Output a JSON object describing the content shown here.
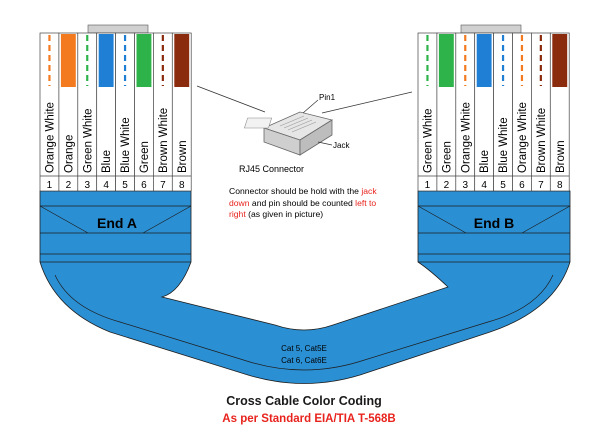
{
  "end_a": {
    "label": "End A",
    "wires": [
      {
        "pin": "1",
        "name": "Orange White",
        "color": "#f47a20",
        "striped": true
      },
      {
        "pin": "2",
        "name": "Orange",
        "color": "#f47a20",
        "striped": false
      },
      {
        "pin": "3",
        "name": "Green White",
        "color": "#2db34a",
        "striped": true
      },
      {
        "pin": "4",
        "name": "Blue",
        "color": "#1f7fd4",
        "striped": false
      },
      {
        "pin": "5",
        "name": "Blue White",
        "color": "#1f7fd4",
        "striped": true
      },
      {
        "pin": "6",
        "name": "Green",
        "color": "#2db34a",
        "striped": false
      },
      {
        "pin": "7",
        "name": "Brown White",
        "color": "#8b2b0e",
        "striped": true
      },
      {
        "pin": "8",
        "name": "Brown",
        "color": "#8b2b0e",
        "striped": false
      }
    ]
  },
  "end_b": {
    "label": "End B",
    "wires": [
      {
        "pin": "1",
        "name": "Green White",
        "color": "#2db34a",
        "striped": true
      },
      {
        "pin": "2",
        "name": "Green",
        "color": "#2db34a",
        "striped": false
      },
      {
        "pin": "3",
        "name": "Orange White",
        "color": "#f47a20",
        "striped": true
      },
      {
        "pin": "4",
        "name": "Blue",
        "color": "#1f7fd4",
        "striped": false
      },
      {
        "pin": "5",
        "name": "Blue White",
        "color": "#1f7fd4",
        "striped": true
      },
      {
        "pin": "6",
        "name": "Orange White",
        "color": "#f47a20",
        "striped": true
      },
      {
        "pin": "7",
        "name": "Brown White",
        "color": "#8b2b0e",
        "striped": true
      },
      {
        "pin": "8",
        "name": "Brown",
        "color": "#8b2b0e",
        "striped": false
      }
    ]
  },
  "connector": {
    "pin_label": "Pin1",
    "jack_label": "Jack",
    "caption": "RJ45 Connector"
  },
  "instructions": {
    "part1": "Connector should be hold with the ",
    "highlight1": "jack down",
    "part2": " and pin should be counted ",
    "highlight2": "left to right",
    "part3": " (as given in picture)"
  },
  "cable_type": {
    "line1": "Cat 5, Cat5E",
    "line2": "Cat 6, Cat6E"
  },
  "title": "Cross Cable Color Coding",
  "subtitle": "As per Standard EIA/TIA  T-568B",
  "colors": {
    "cable_blue": "#2b8fd4",
    "highlight_red": "#e8231d"
  }
}
